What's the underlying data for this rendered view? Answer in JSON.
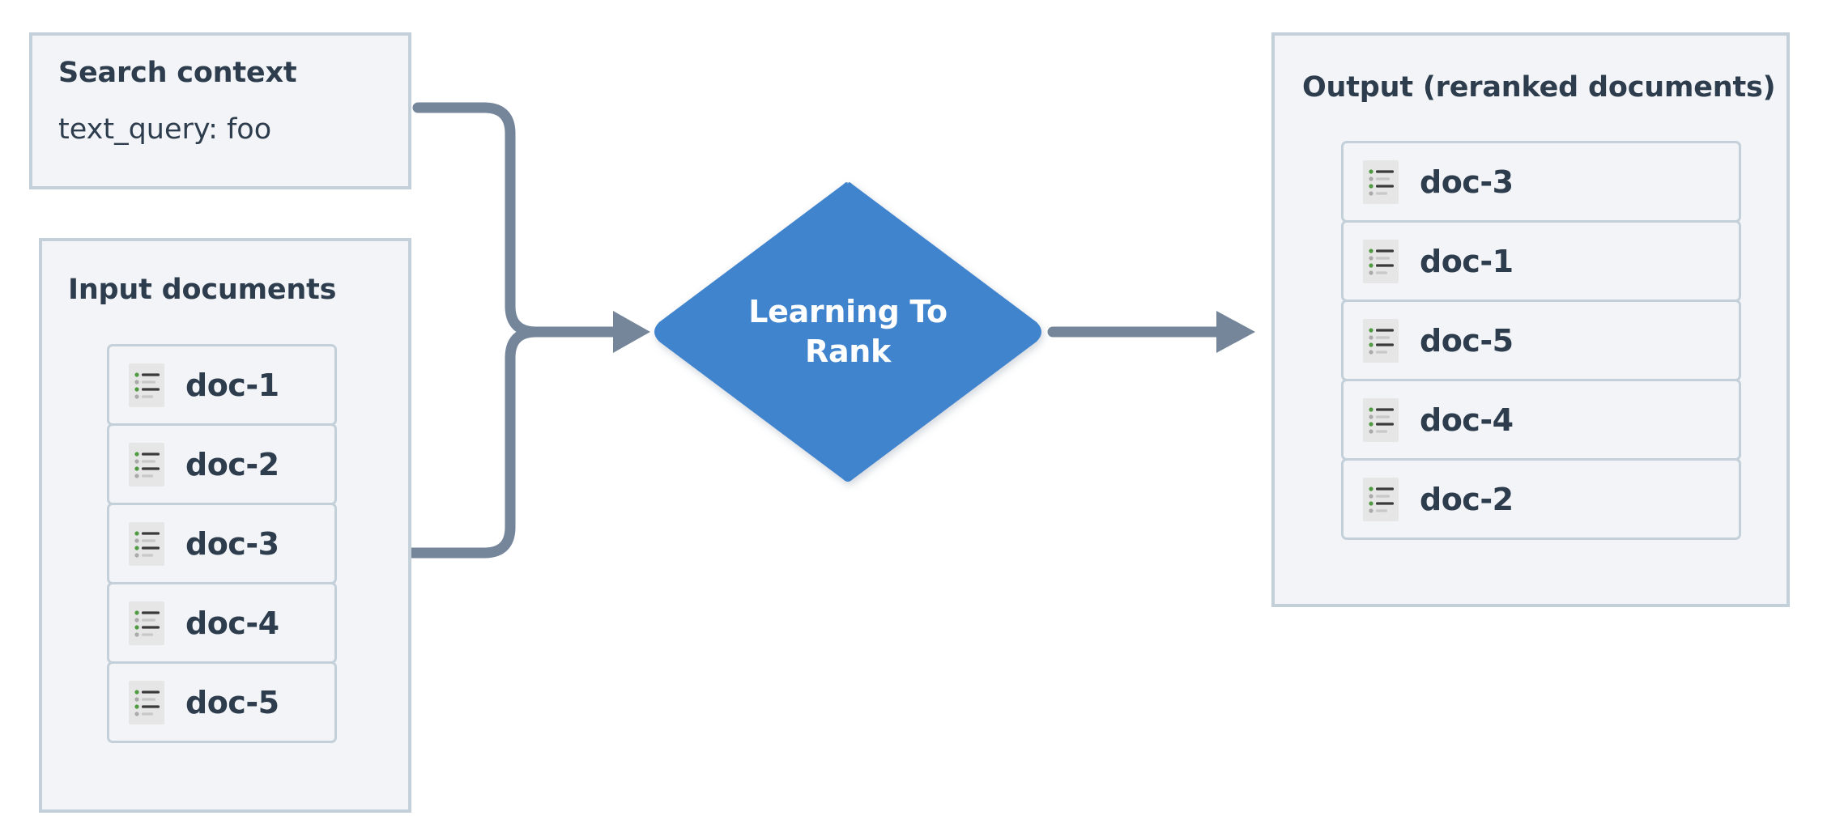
{
  "colors": {
    "canvas_bg": "#ffffff",
    "panel_bg": "#f2f4f7",
    "panel_border": "#c3cfd9",
    "text_dark": "#2e3d4d",
    "node_blue": "#4184ce",
    "node_text": "#ffffff",
    "connector": "#76869a",
    "icon_bg": "#e6e6e6",
    "icon_bullet_green": "#4f9a41",
    "icon_bullet_gray": "#aaaaaa",
    "icon_line_dark": "#3a3a3a",
    "icon_line_light": "#c8c8c8"
  },
  "search_context": {
    "title": "Search context",
    "query_line": "text_query: foo"
  },
  "input_documents": {
    "title": "Input documents",
    "items": [
      {
        "label": "doc-1",
        "icon": "document-list-icon"
      },
      {
        "label": "doc-2",
        "icon": "document-list-icon"
      },
      {
        "label": "doc-3",
        "icon": "document-list-icon"
      },
      {
        "label": "doc-4",
        "icon": "document-list-icon"
      },
      {
        "label": "doc-5",
        "icon": "document-list-icon"
      }
    ]
  },
  "model_node": {
    "label": "Learning To\nRank",
    "shape": "diamond"
  },
  "output": {
    "title": "Output (reranked documents)",
    "items": [
      {
        "label": "doc-3",
        "icon": "document-list-icon"
      },
      {
        "label": "doc-1",
        "icon": "document-list-icon"
      },
      {
        "label": "doc-5",
        "icon": "document-list-icon"
      },
      {
        "label": "doc-4",
        "icon": "document-list-icon"
      },
      {
        "label": "doc-2",
        "icon": "document-list-icon"
      }
    ]
  },
  "connectors": [
    {
      "name": "search-context-to-model",
      "from": "search-context",
      "to": "model-node",
      "style": "elbow-rounded"
    },
    {
      "name": "input-documents-to-model",
      "from": "input-documents",
      "to": "model-node",
      "style": "elbow-rounded"
    },
    {
      "name": "model-to-output",
      "from": "model-node",
      "to": "output-panel",
      "style": "straight-arrow"
    }
  ]
}
